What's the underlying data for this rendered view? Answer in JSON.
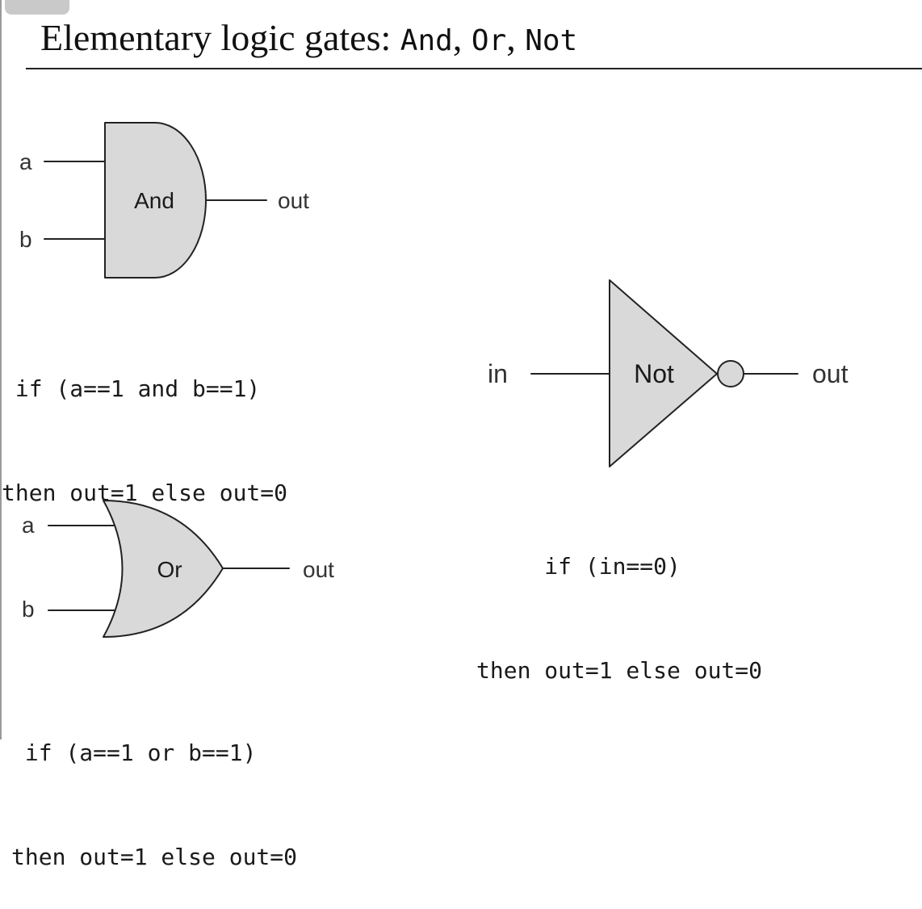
{
  "title": {
    "prefix": "Elementary logic gates: ",
    "gate1": "And",
    "sep1": ", ",
    "gate2": "Or",
    "sep2": ", ",
    "gate3": "Not"
  },
  "and_gate": {
    "label": "And",
    "input_a": "a",
    "input_b": "b",
    "output": "out",
    "code_line1": " if (a==1 and b==1)",
    "code_line2": "then out=1 else out=0"
  },
  "or_gate": {
    "label": "Or",
    "input_a": "a",
    "input_b": "b",
    "output": "out",
    "code_line1": " if (a==1 or b==1)",
    "code_line2": "then out=1 else out=0"
  },
  "not_gate": {
    "label": "Not",
    "input": "in",
    "output": "out",
    "code_line1": "     if (in==0)",
    "code_line2": "then out=1 else out=0"
  },
  "colors": {
    "gate_fill": "#d9d9d9",
    "stroke": "#222222"
  }
}
